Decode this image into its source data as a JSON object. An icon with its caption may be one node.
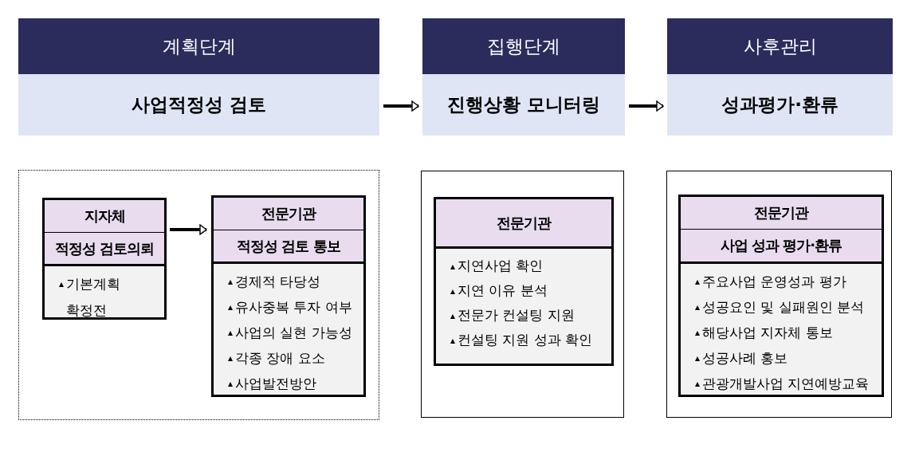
{
  "diagram": {
    "nodes": [
      {
        "text": [
          "계획단계",
          "사업적정성 검토"
        ]
      },
      {
        "text": [
          "집행단계",
          "진행상황 모니터링"
        ]
      },
      {
        "text": [
          "사후관리",
          "성과평가·환류"
        ]
      },
      {
        "text": [],
        "shape": "box"
      },
      {
        "text": [
          "지자체",
          "적정성 검토의뢰",
          "기본계획 확정전"
        ],
        "in": 3
      },
      {
        "text": [
          "전문기관",
          "적정성 검토 통보",
          "경제적 타당성",
          "유사중복 투자 여부",
          "사업의 실현 가능성",
          "각종 장애 요소",
          "사업발전방안"
        ],
        "in": 3
      },
      {
        "text": [],
        "shape": "box"
      },
      {
        "text": [
          "전문기관",
          "지연사업 확인",
          "지연 이유 분석",
          "전문가 컨설팅 지원",
          "컨설팅 지원 성과 확인"
        ],
        "in": 6
      },
      {
        "text": [],
        "shape": "box"
      },
      {
        "text": [
          "전문기관",
          "사업 성과 평가·환류",
          "주요사업 운영성과 평가",
          "성공요인 및 실패원인 분석",
          "해당사업 지자체 통보",
          "성공사례 홍보",
          "관광개발사업 지연예방교육"
        ],
        "in": 8
      }
    ],
    "edges": [
      {
        "from": 0,
        "to": 1,
        "arrow": "to"
      },
      {
        "from": 1,
        "to": 2,
        "arrow": "to"
      },
      {
        "from": 4,
        "to": 5,
        "arrow": "to"
      }
    ]
  }
}
